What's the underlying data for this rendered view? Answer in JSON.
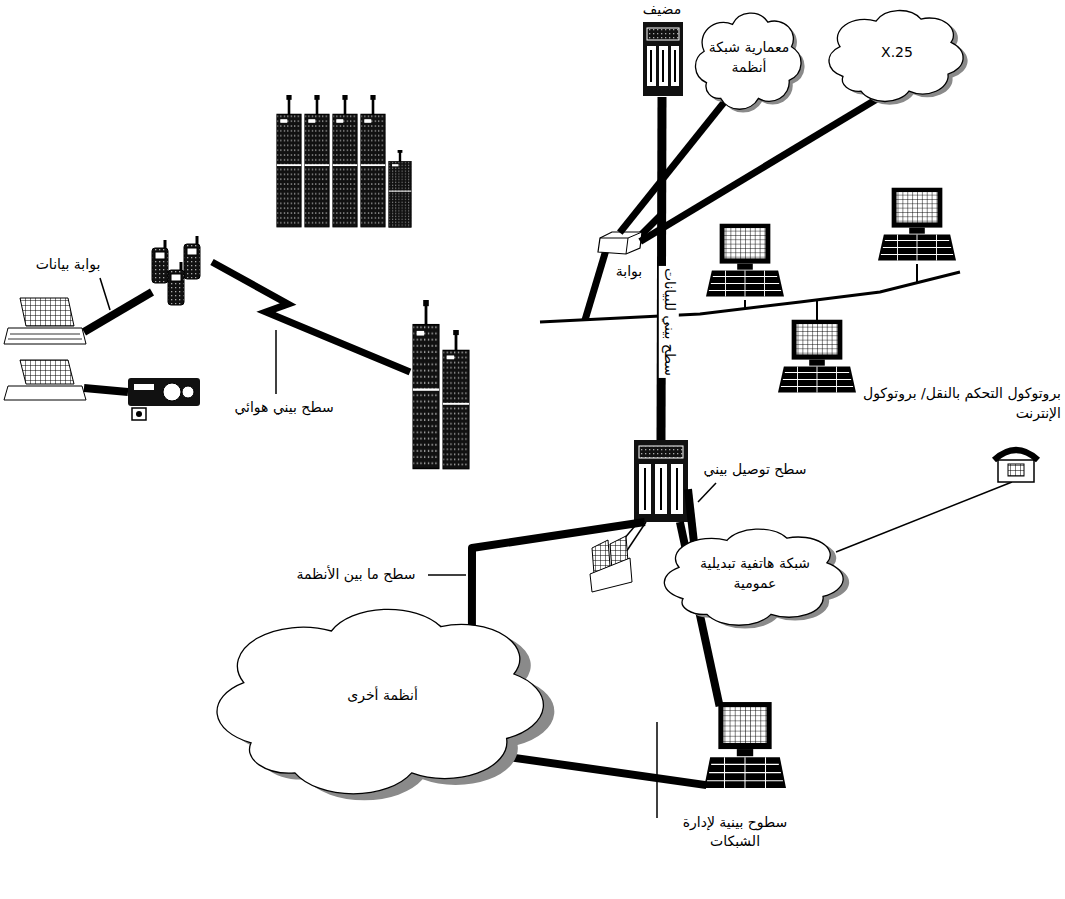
{
  "diagram": {
    "nodes": [
      {
        "text": [
          "مضيف"
        ]
      },
      {
        "text": [
          "معمارية شبكة أنظمة"
        ]
      },
      {
        "text": [
          "X.25"
        ]
      },
      {
        "text": [
          "بوابة"
        ]
      },
      {
        "text": []
      },
      {
        "text": [
          "شبكة هاتفية تبديلية عمومية"
        ]
      },
      {
        "text": [
          "أنظمة أخرى"
        ]
      },
      {
        "text": [
          "سطوح بينية لإدارة الشبكات"
        ]
      }
    ],
    "edges": [
      {
        "from": 0,
        "to": 4,
        "arrow": "none",
        "label": "سطح بيني للبيانات"
      },
      {
        "from": 3,
        "to": 1,
        "arrow": "none"
      },
      {
        "from": 3,
        "to": 2,
        "arrow": "none"
      },
      {
        "from": 4,
        "to": 5,
        "arrow": "none",
        "label": "سطح توصيل بيني"
      },
      {
        "from": 4,
        "to": 6,
        "arrow": "none",
        "label": "سطح ما بين الأنظمة"
      },
      {
        "from": 4,
        "to": 7,
        "arrow": "none"
      },
      {
        "from": 6,
        "to": 7,
        "arrow": "none"
      }
    ],
    "labels": [
      "بوابة بيانات",
      "سطح بيني هوائي",
      "بروتوكول التحكم بالنقل/ بروتوكول الإنترنت"
    ]
  }
}
